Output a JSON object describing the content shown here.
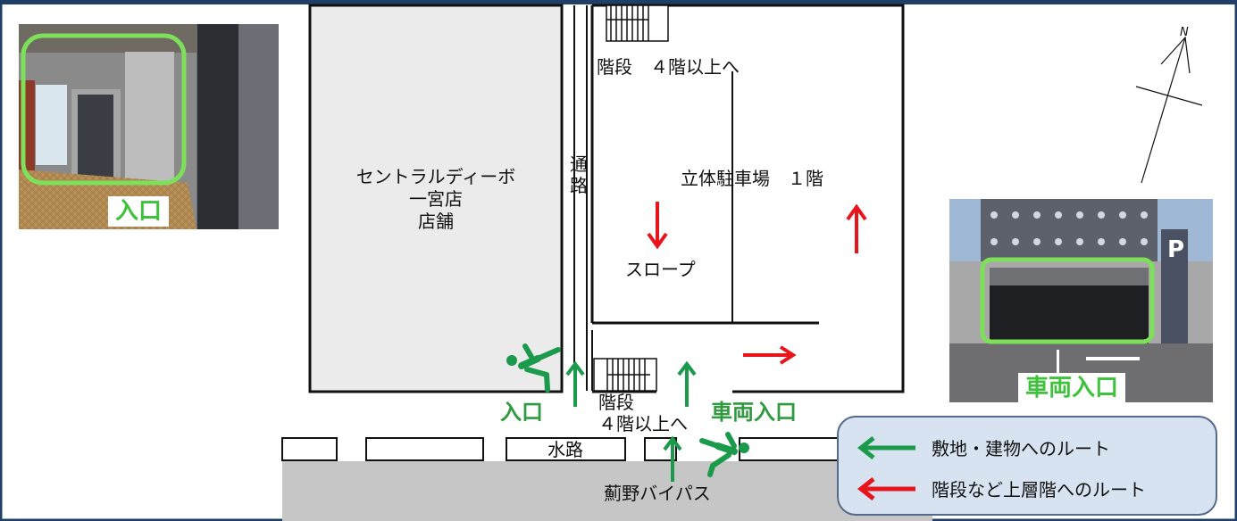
{
  "map": {
    "store_name_line1": "セントラルディーボ",
    "store_name_line2": "一宮店",
    "store_name_line3": "店舗",
    "passage_char1": "通",
    "passage_char2": "路",
    "parking_label": "立体駐車場　１階",
    "stairs_top_label": "階段　４階以上へ",
    "slope_label": "スロープ",
    "stairs_bottom_line1": "階段",
    "stairs_bottom_line2": "４階以上へ",
    "waterway_label": "水路",
    "road_label": "薊野バイパス",
    "entrance_label": "入口",
    "vehicle_entrance_label": "車両入口",
    "north_label": "N"
  },
  "photos": {
    "entrance_caption": "入口",
    "vehicle_caption": "車両入口"
  },
  "legend": {
    "green_route_label": "敷地・建物へのルート",
    "red_route_label": "階段など上層階へのルート"
  },
  "colors": {
    "green": "#1a9a4a",
    "red": "#e8141b",
    "highlight": "#7ee05a",
    "road": "#c6c6c6",
    "legend_bg": "#d7e3f0",
    "legend_border": "#556a8a"
  }
}
